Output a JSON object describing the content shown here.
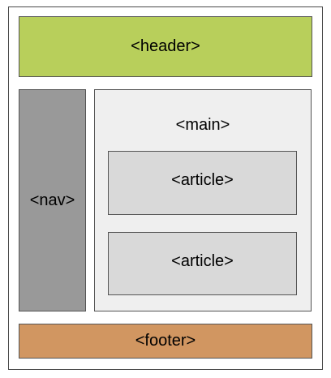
{
  "diagram": {
    "header_label": "<header>",
    "nav_label": "<nav>",
    "main_label": "<main>",
    "article_labels": [
      "<article>",
      "<article>"
    ],
    "footer_label": "<footer>"
  },
  "colors": {
    "header": "#b8cf5b",
    "nav": "#999999",
    "main": "#efefef",
    "article": "#d9d9d9",
    "footer": "#d19661",
    "border": "#555555"
  }
}
